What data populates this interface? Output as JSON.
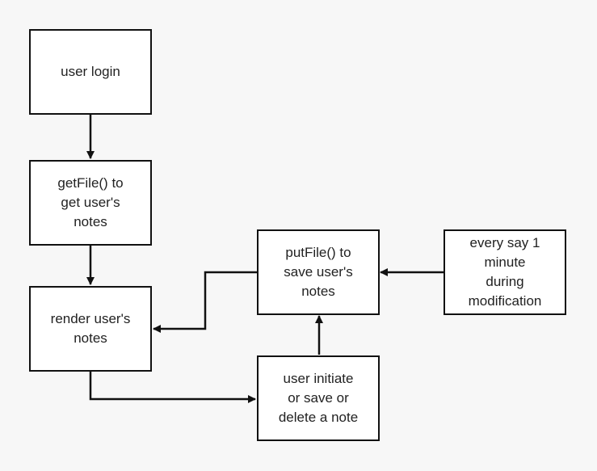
{
  "diagram": {
    "nodes": {
      "user_login": "user login",
      "get_file": "getFile() to\nget user's\nnotes",
      "render_notes": "render user's\nnotes",
      "put_file": "putFile() to\nsave user's\nnotes",
      "timer": "every say 1\nminute\nduring\nmodification",
      "user_action": "user initiate\nor save or\ndelete a note"
    },
    "edges": [
      {
        "from": "user login",
        "to": "getFile() to get user's notes"
      },
      {
        "from": "getFile() to get user's notes",
        "to": "render user's notes"
      },
      {
        "from": "render user's notes",
        "to": "user initiate or save or delete a note"
      },
      {
        "from": "user initiate or save or delete a note",
        "to": "putFile() to save user's notes"
      },
      {
        "from": "every say 1 minute during modification",
        "to": "putFile() to save user's notes"
      },
      {
        "from": "putFile() to save user's notes",
        "to": "render user's notes"
      }
    ]
  }
}
